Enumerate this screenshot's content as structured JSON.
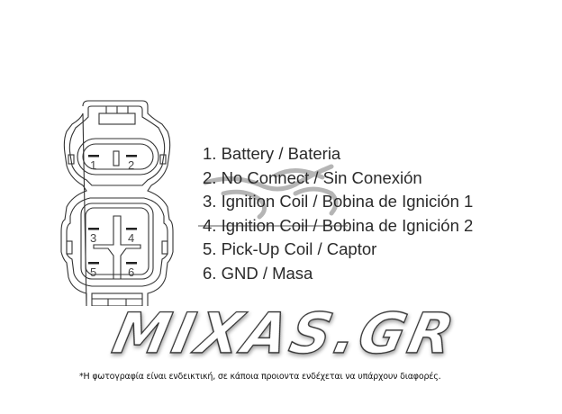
{
  "diagram": {
    "connector": {
      "upper_plug": {
        "pins": [
          "1",
          "2"
        ]
      },
      "lower_plug": {
        "pins": [
          "3",
          "4",
          "5",
          "6"
        ]
      }
    },
    "legend": [
      {
        "number": "1",
        "label": "1. Battery / Bateria"
      },
      {
        "number": "2",
        "label": "2. No Connect / Sin Conexión"
      },
      {
        "number": "3",
        "label": "3. Ignition Coil / Bobina de Ignición 1"
      },
      {
        "number": "4",
        "label": "4. Ignition Coil / Bobina de Ignición 2"
      },
      {
        "number": "5",
        "label": "5. Pick-Up Coil / Captor"
      },
      {
        "number": "6",
        "label": "6. GND / Masa"
      }
    ]
  },
  "branding": {
    "logo_text": "MIXAS.GR",
    "watermark_icon": "motorcycle-logo-icon"
  },
  "disclaimer": "*Η φωτογραφία είναι ενδεικτική, σε κάποια προιοντα ενδέχεται να υπάρχουν διαφορές.",
  "colors": {
    "line": "#333333",
    "text": "#2a2a2a",
    "watermark": "#8a8a8a",
    "background": "#ffffff"
  }
}
